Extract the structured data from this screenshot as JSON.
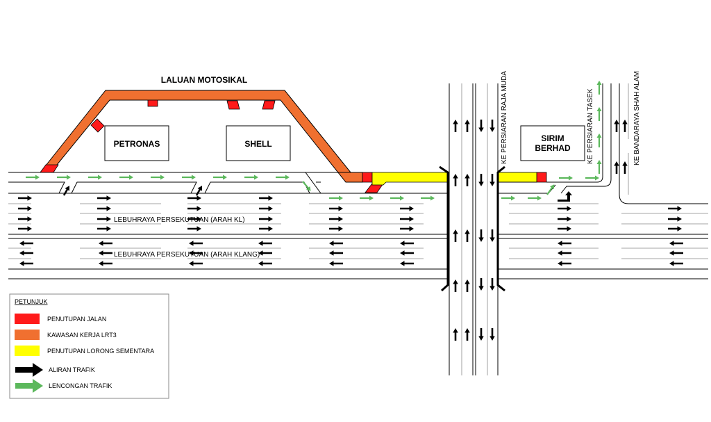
{
  "title": "LALUAN MOTOSIKAL",
  "buildings": {
    "petronas": "PETRONAS",
    "shell": "SHELL",
    "sirim_line1": "SIRIM",
    "sirim_line2": "BERHAD"
  },
  "roads": {
    "highway_kl": "LEBUHRAYA PERSEKUTUAN (ARAH KL)",
    "highway_klang": "LEBUHRAYA PERSEKUTUAN (ARAH KLANG)",
    "raja_muda": "KE PERSIARAN RAJA MUDA",
    "tasek": "KE PERSIARAN TASEK",
    "shah_alam": "KE BANDARAYA SHAH ALAM"
  },
  "legend": {
    "title": "PETUNJUK",
    "items": [
      {
        "label": "PENUTUPAN JALAN",
        "type": "swatch",
        "color": "#ff1a1a"
      },
      {
        "label": "KAWASAN KERJA LRT3",
        "type": "swatch",
        "color": "#f07030"
      },
      {
        "label": "PENUTUPAN LORONG SEMENTARA",
        "type": "swatch",
        "color": "#ffff00"
      },
      {
        "label": "ALIRAN TRAFIK",
        "type": "arrow",
        "color": "#000000"
      },
      {
        "label": "LENCONGAN TRAFIK",
        "type": "arrow",
        "color": "#5cb85c"
      }
    ]
  },
  "colors": {
    "closure": "#ff1a1a",
    "work_zone": "#f07030",
    "lane_closure": "#ffff00",
    "traffic": "#000000",
    "diversion": "#5cb85c"
  }
}
